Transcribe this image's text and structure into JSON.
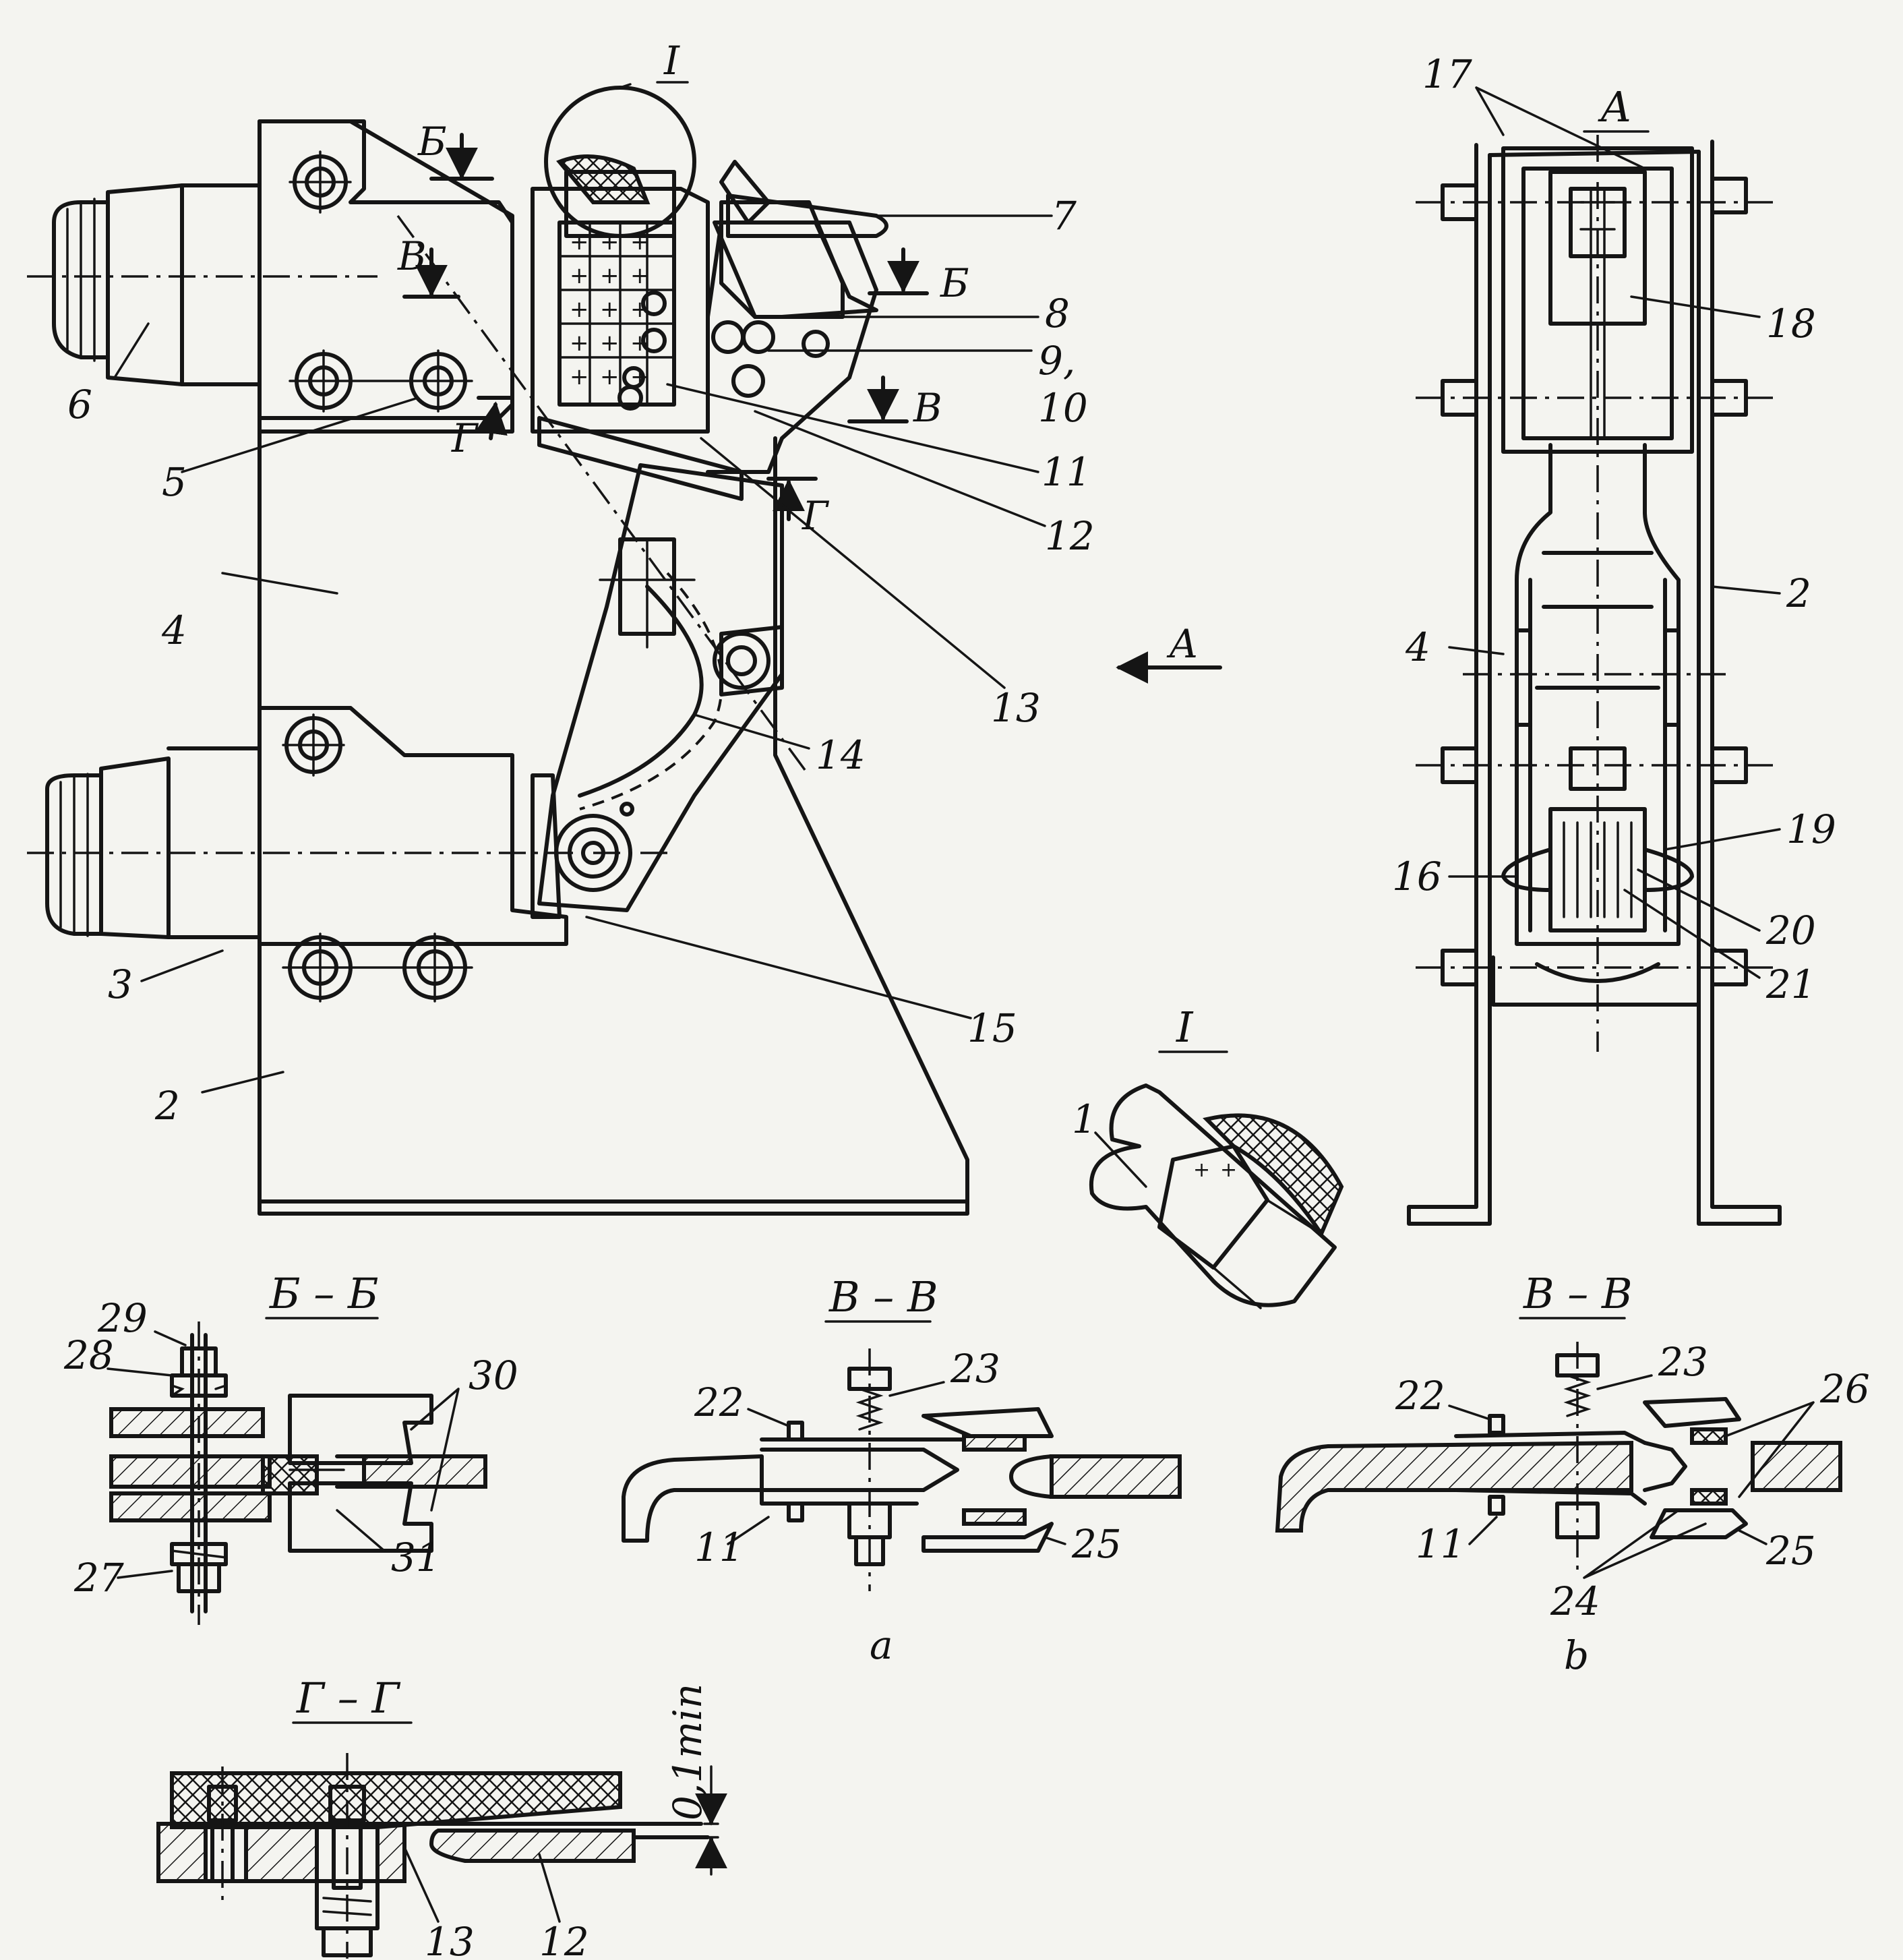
{
  "views": {
    "main": {
      "title": ""
    },
    "detail_I": {
      "title": "I"
    },
    "view_A": {
      "title": "A"
    },
    "section_BB": {
      "title": "Б – Б"
    },
    "section_VV_a": {
      "title": "В – В",
      "caption": "a"
    },
    "section_VV_b": {
      "title": "В – В",
      "caption": "b"
    },
    "section_GG": {
      "title": "Г – Г",
      "dimension": "0,1min"
    }
  },
  "cut_marks": {
    "b_top": "Б",
    "v_top": "В",
    "g_bottom": "Г",
    "b_right": "Б",
    "v_right": "В",
    "g_right": "Г",
    "detail": "I",
    "view_arrow": "A"
  },
  "labels": {
    "main": [
      "1",
      "2",
      "3",
      "4",
      "5",
      "6",
      "7",
      "8",
      "9,",
      "10",
      "11",
      "12",
      "13",
      "14",
      "15"
    ],
    "view_A": [
      "17",
      "18",
      "2",
      "4",
      "16",
      "19",
      "20",
      "21"
    ],
    "section_BB": [
      "29",
      "28",
      "27",
      "30",
      "31"
    ],
    "section_VV_a": [
      "22",
      "23",
      "11",
      "25"
    ],
    "section_VV_b": [
      "22",
      "23",
      "26",
      "11",
      "24",
      "25"
    ],
    "section_GG": [
      "13",
      "12"
    ]
  }
}
